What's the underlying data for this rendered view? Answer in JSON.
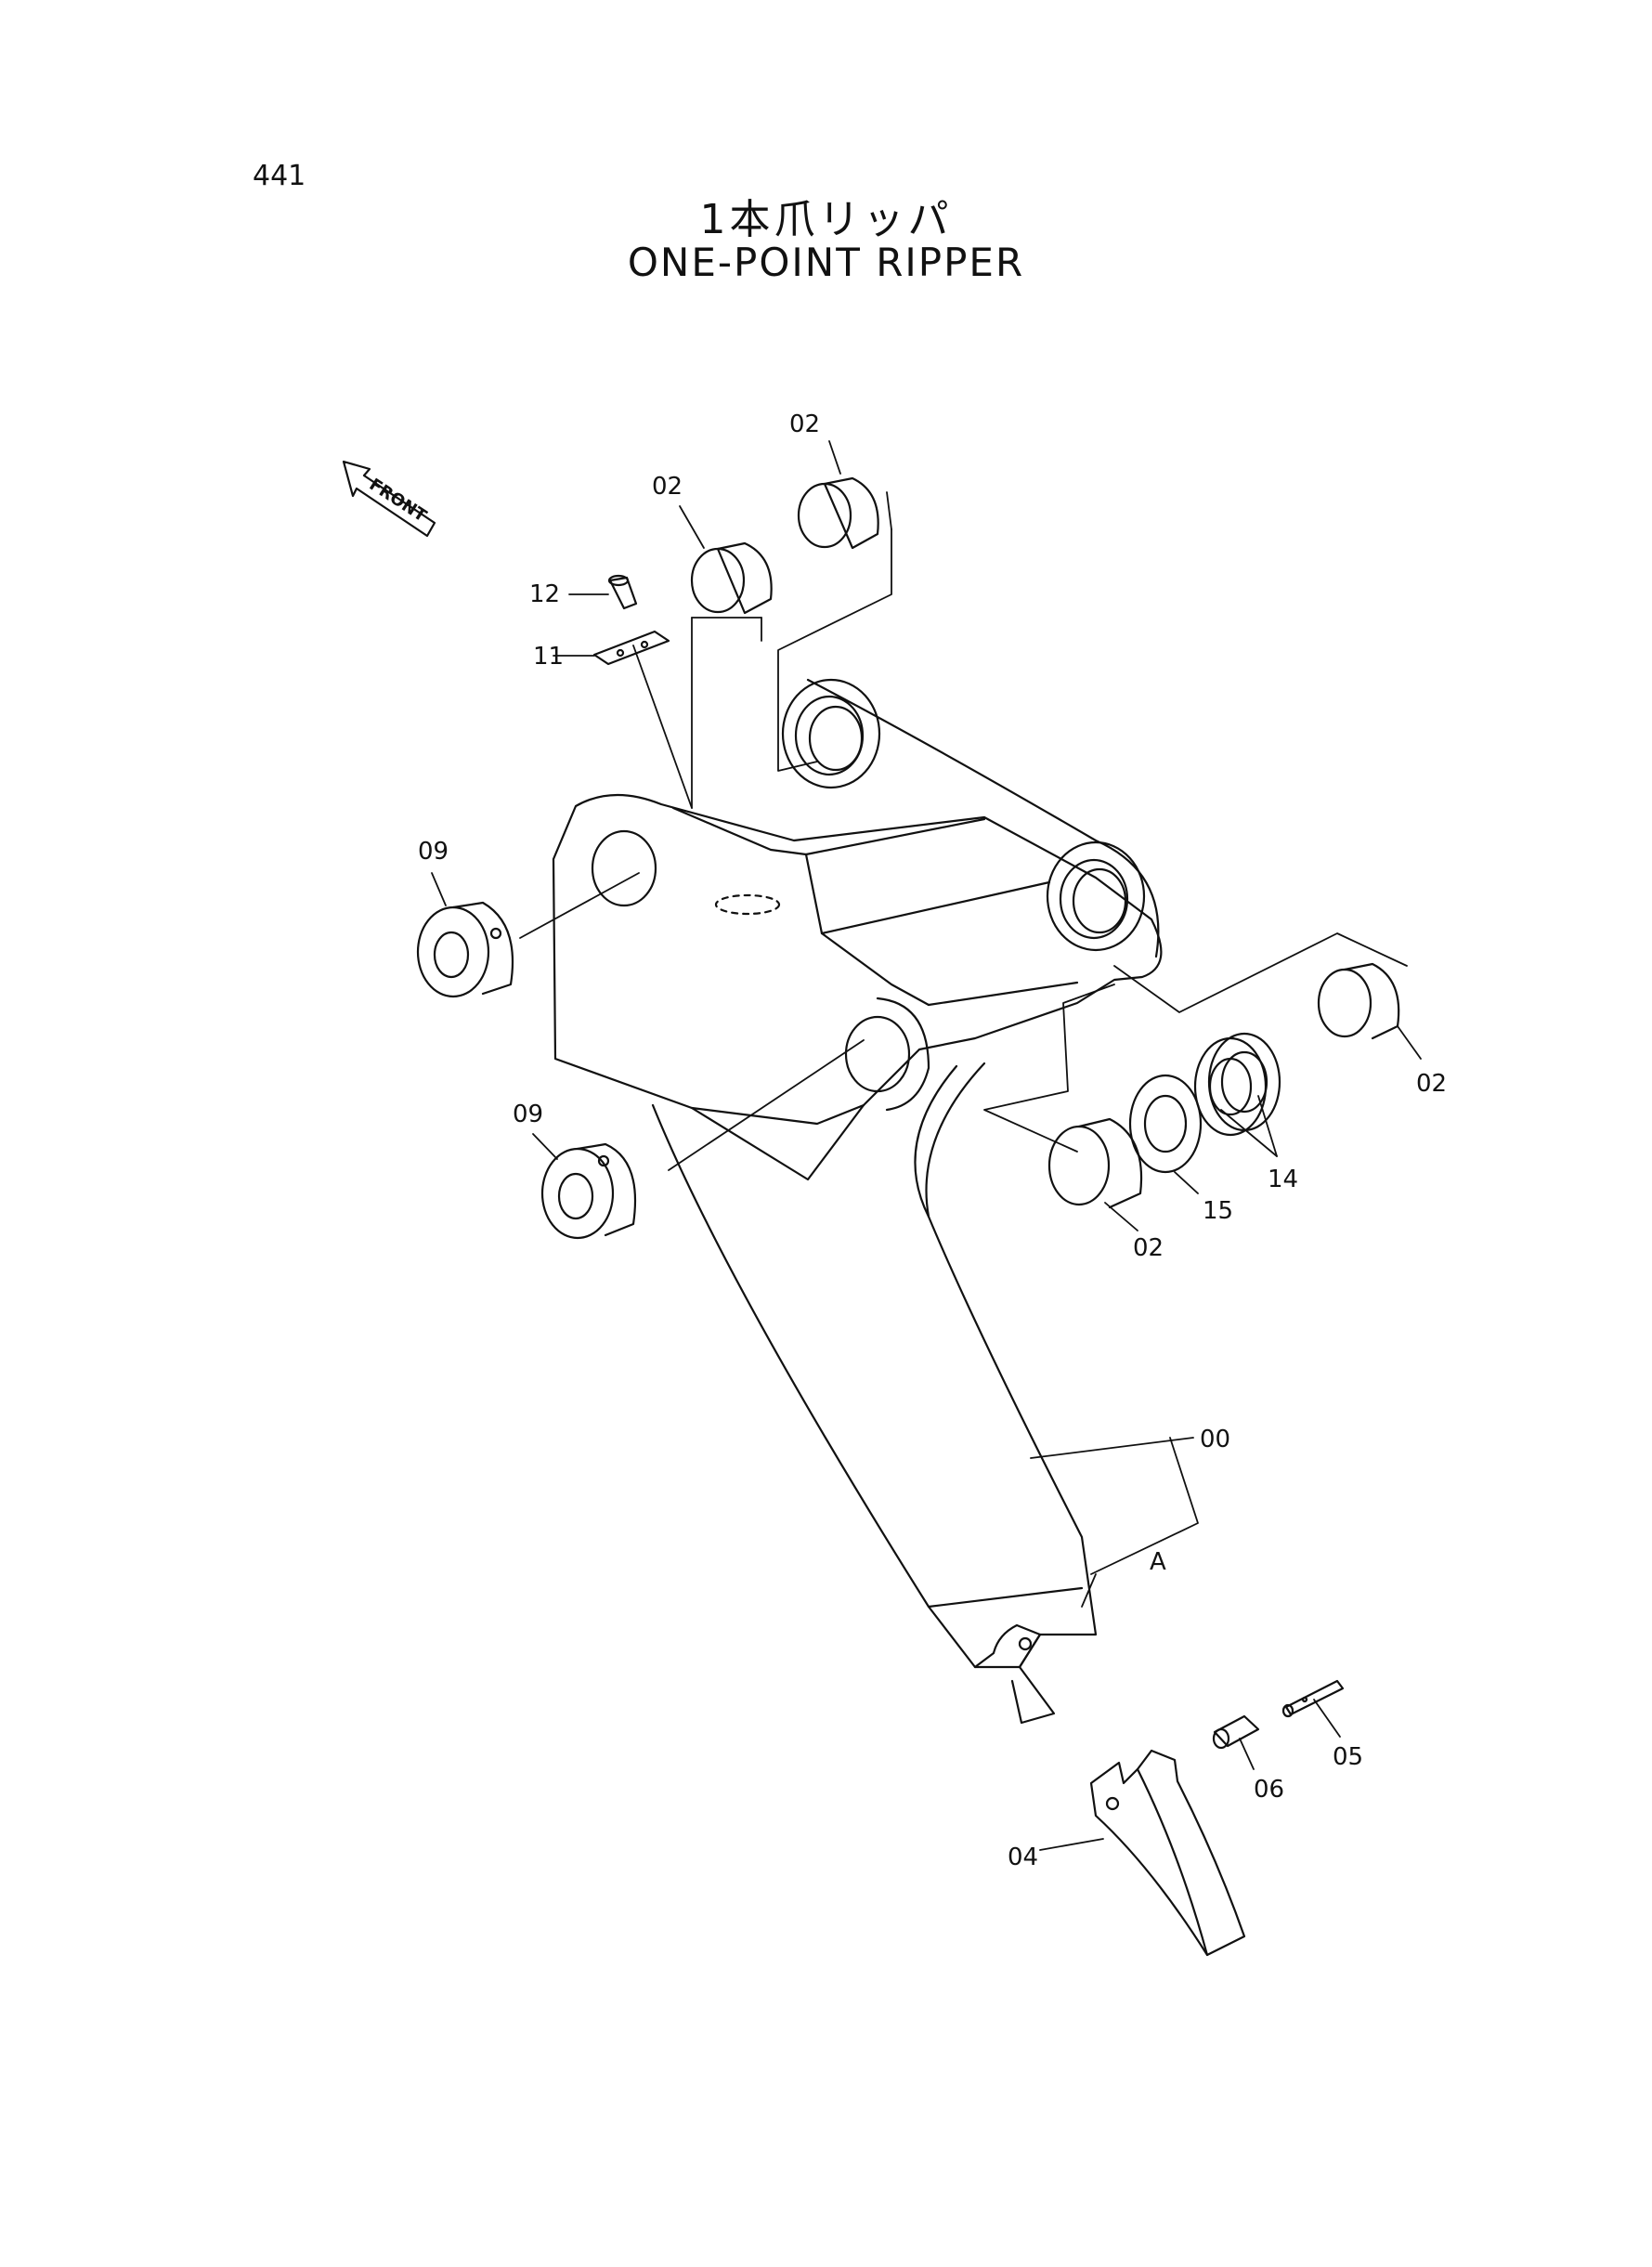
{
  "page_number": "441",
  "title_jp": "1本爪リッパ",
  "title_en": "ONE-POINT RIPPER",
  "front_label": "FRONT",
  "callouts": [
    "02",
    "02",
    "12",
    "11",
    "09",
    "09",
    "02",
    "14",
    "15",
    "02",
    "00",
    "A",
    "05",
    "06",
    "04"
  ]
}
